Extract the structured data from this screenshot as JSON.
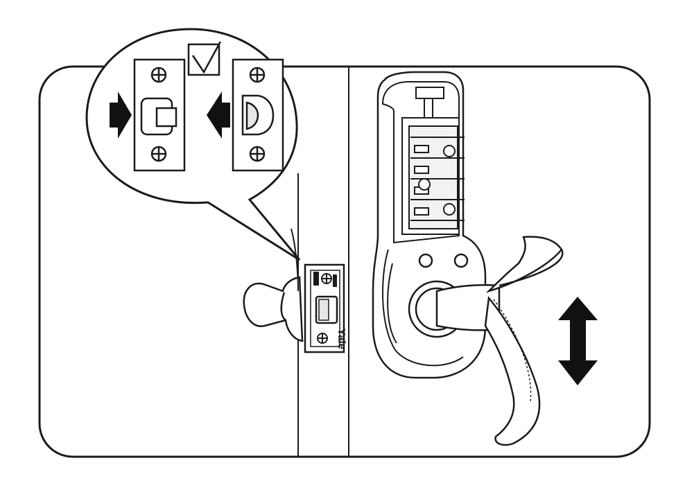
{
  "illustration": {
    "brand_on_strike_plate": "Yale",
    "callout_mark": "check-mark",
    "motion_indicator": "up-down-double-arrow",
    "colors": {
      "line": "#1a1a1a",
      "fill": "#ffffff",
      "shade": "#d9d9d9",
      "dark": "#111111"
    }
  }
}
